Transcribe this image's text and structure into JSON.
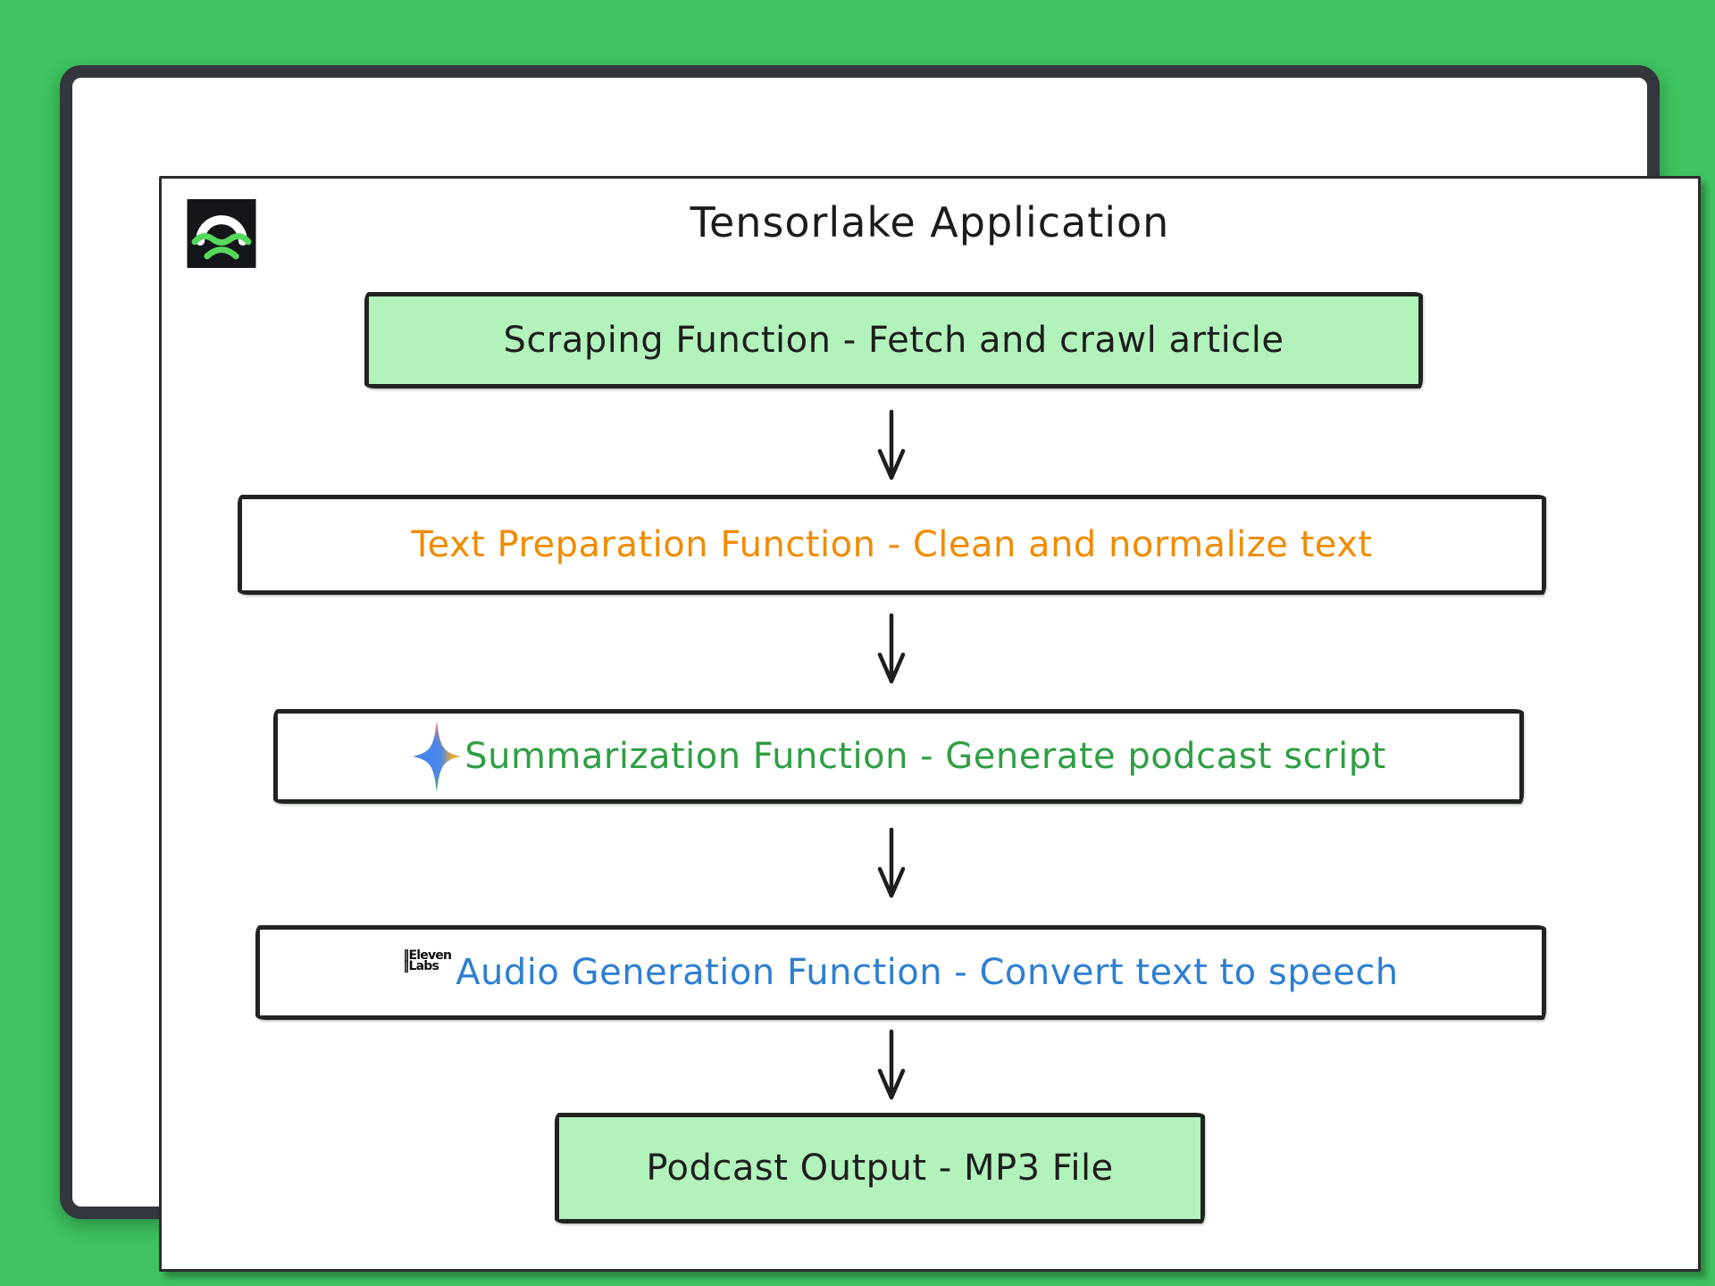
{
  "diagram": {
    "title": "Tensorlake Application",
    "nodes": [
      {
        "label": "Scraping Function - Fetch and crawl article",
        "fill": "#b2f2bb",
        "text_color": "#1e1e1e",
        "icon": null
      },
      {
        "label": "Text Preparation Function - Clean and normalize text",
        "fill": "#ffffff",
        "text_color": "#f08c00",
        "icon": null
      },
      {
        "label": "Summarization Function - Generate podcast script",
        "fill": "#ffffff",
        "text_color": "#2f9e44",
        "icon": "gemini-star"
      },
      {
        "label": "Audio Generation Function - Convert text to speech",
        "fill": "#ffffff",
        "text_color": "#2e7fd1",
        "icon": "elevenlabs-wordmark"
      },
      {
        "label": "Podcast Output - MP3 File",
        "fill": "#b2f2bb",
        "text_color": "#1e1e1e",
        "icon": null
      }
    ],
    "connectors": [
      "arrow-down",
      "arrow-down",
      "arrow-down",
      "arrow-down"
    ]
  },
  "elevenlabs_wordmark": {
    "line1": "‖Eleven",
    "line2": "‖Labs"
  },
  "icons": {
    "corner_logo": "tensorlake-logo",
    "summarization_icon": "gemini-star",
    "audio_icon": "elevenlabs-wordmark",
    "connector_icon": "arrow-down"
  },
  "colors": {
    "background": "#3ec35f",
    "frame": "#33363d",
    "card": "#ffffff",
    "node_green_fill": "#b2f2bb",
    "node_border": "#20231f",
    "text_black": "#1e1e1e",
    "text_orange": "#f08c00",
    "text_green": "#2f9e44",
    "text_blue": "#2e7fd1",
    "logo_green": "#55d85c"
  }
}
